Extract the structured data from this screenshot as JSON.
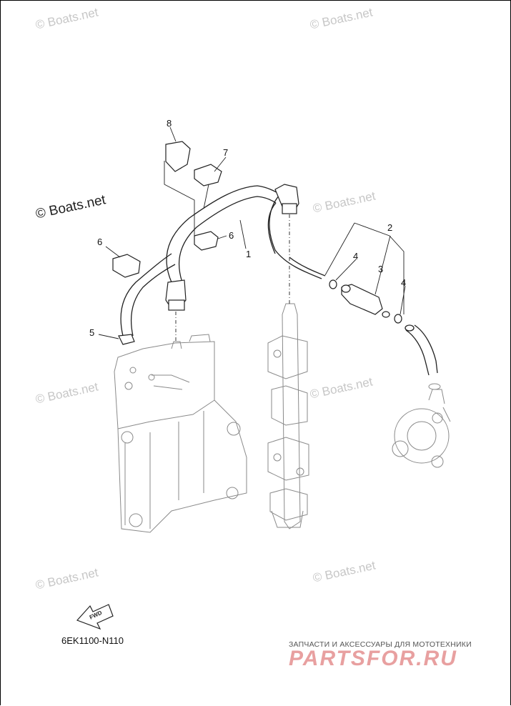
{
  "watermarks": [
    "© Boats.net",
    "© Boats.net",
    "© Boats.net",
    "© Boats.net",
    "© Boats.net",
    "© Boats.net",
    "© Boats.net",
    "© Boats.net"
  ],
  "callouts": {
    "c1": "1",
    "c2": "2",
    "c3": "3",
    "c4a": "4",
    "c4b": "4",
    "c5": "5",
    "c6a": "6",
    "c6b": "6",
    "c7": "7",
    "c8": "8"
  },
  "fwd_label": "FWD",
  "drawing_code": "6EK1100-N110",
  "brand": {
    "tagline": "ЗАПЧАСТИ И АКСЕССУАРЫ ДЛЯ МОТОТЕХНИКИ",
    "logo": "PARTSFOR.RU"
  },
  "colors": {
    "line": "#222222",
    "ghost": "#8a8a8a",
    "watermark": "#c7c7c7",
    "logo": "#e8a0a0"
  }
}
